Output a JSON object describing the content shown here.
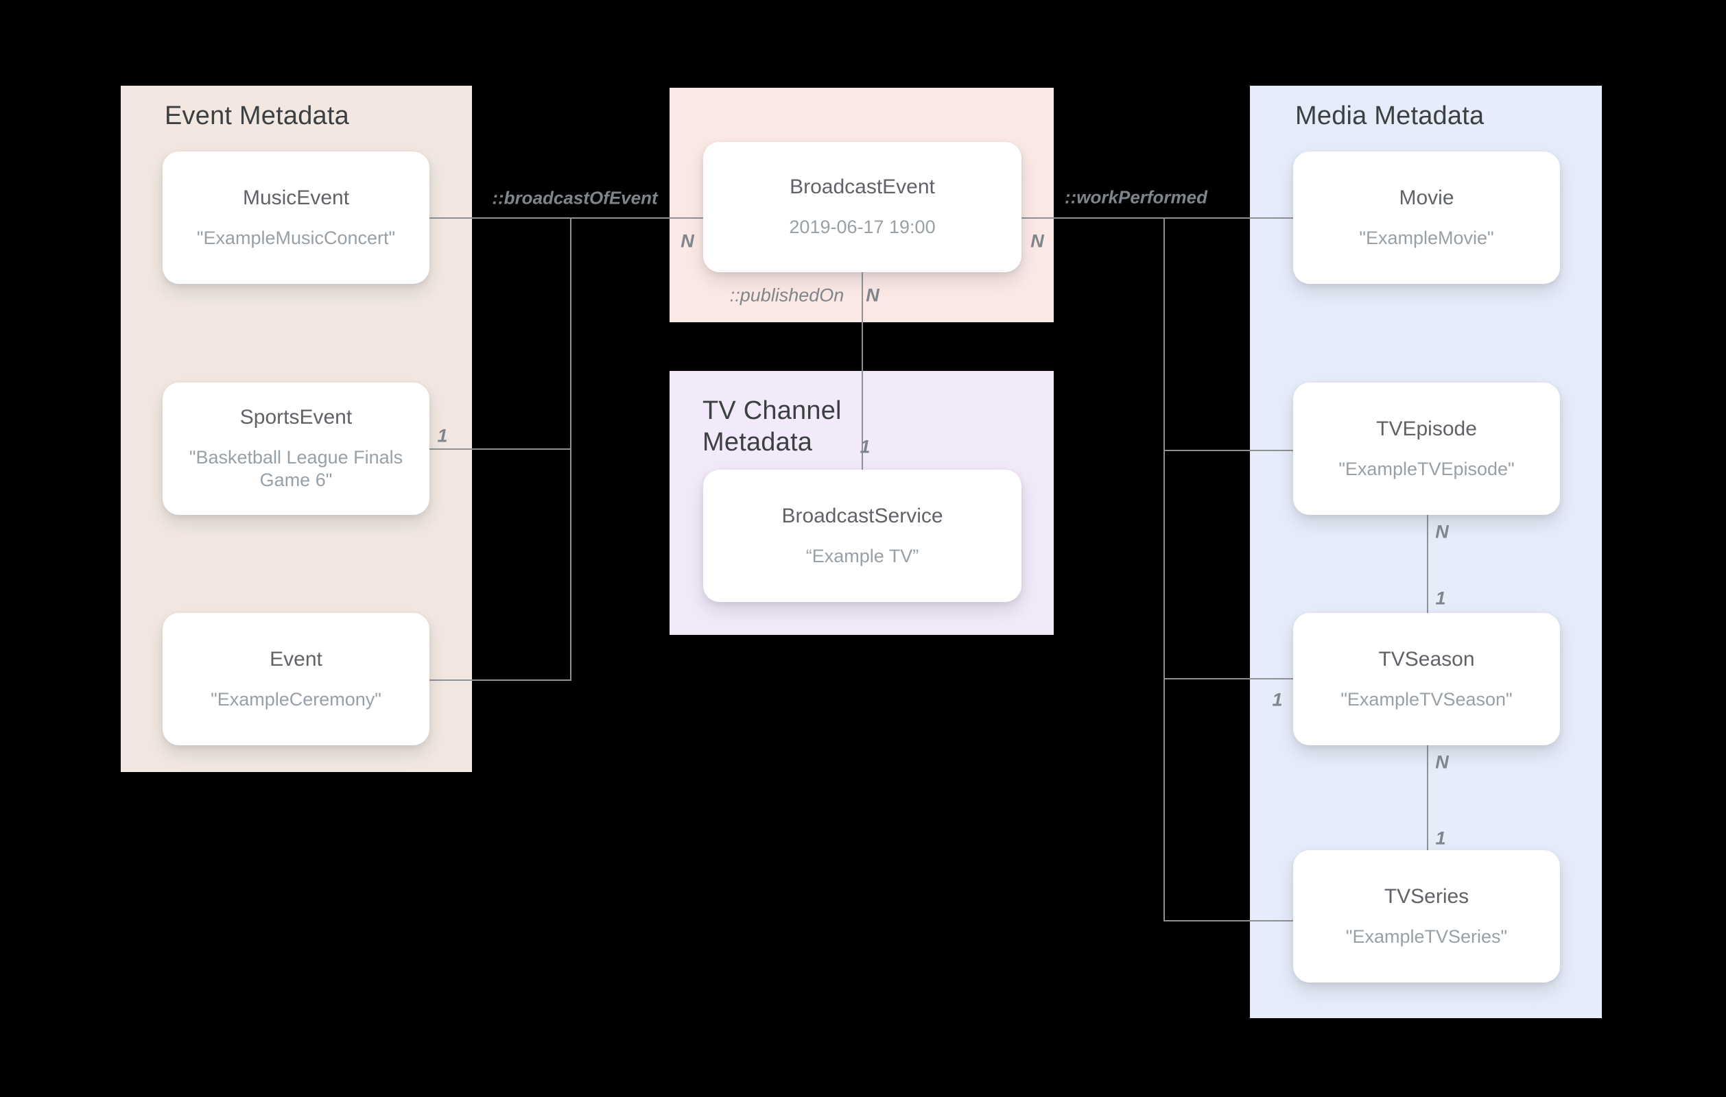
{
  "diagram": {
    "background": "#000000",
    "line_color": "#8d9196",
    "heading_color": "#3c4043",
    "card_title_color": "#5f6368",
    "card_subtitle_color": "#98a0a7",
    "label_color": "#7f858b"
  },
  "panels": {
    "event": {
      "title": "Event Metadata",
      "color": "#f2e8e1"
    },
    "broadcast": {
      "color": "#fbe9e6"
    },
    "channel": {
      "title": "TV Channel Metadata",
      "color": "#f2e9fa"
    },
    "media": {
      "title": "Media Metadata",
      "color": "#e7ecfa"
    }
  },
  "cards": {
    "music_event": {
      "title": "MusicEvent",
      "subtitle": "\"ExampleMusicConcert\""
    },
    "sports_event": {
      "title": "SportsEvent",
      "subtitle": "\"Basketball League Finals Game 6\""
    },
    "event": {
      "title": "Event",
      "subtitle": "\"ExampleCeremony\""
    },
    "broadcast_event": {
      "title": "BroadcastEvent",
      "subtitle": "2019-06-17 19:00"
    },
    "broadcast_service": {
      "title": "BroadcastService",
      "subtitle": "“Example TV”"
    },
    "movie": {
      "title": "Movie",
      "subtitle": "\"ExampleMovie\""
    },
    "tv_episode": {
      "title": "TVEpisode",
      "subtitle": "\"ExampleTVEpisode\""
    },
    "tv_season": {
      "title": "TVSeason",
      "subtitle": "\"ExampleTVSeason\""
    },
    "tv_series": {
      "title": "TVSeries",
      "subtitle": "\"ExampleTVSeries\""
    }
  },
  "relations": {
    "broadcast_of_event": {
      "label": "::broadcastOfEvent",
      "event_side": "1",
      "broadcast_side": "N"
    },
    "published_on": {
      "label": "::publishedOn",
      "broadcast_side": "N",
      "service_side": "1"
    },
    "work_performed": {
      "label": "::workPerformed",
      "broadcast_side": "N",
      "season_side": "1"
    },
    "episode_to_season": {
      "episode_side": "N",
      "season_side": "1"
    },
    "season_to_series": {
      "season_side": "N",
      "series_side": "1"
    }
  }
}
